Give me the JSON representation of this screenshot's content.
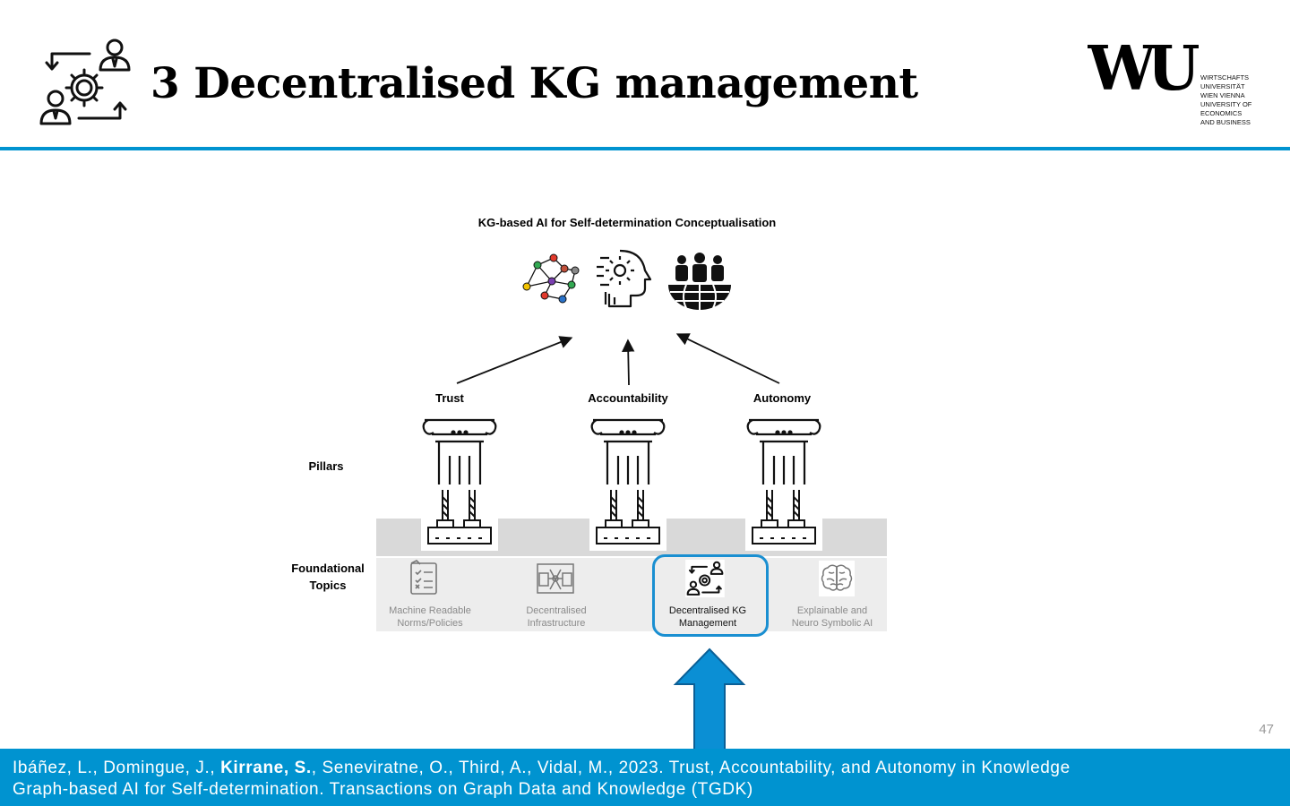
{
  "slide": {
    "title": "3 Decentralised KG management",
    "page_number": "47"
  },
  "logo": {
    "mark": "WU",
    "lines": [
      "WIRTSCHAFTS",
      "UNIVERSITÄT",
      "WIEN VIENNA",
      "UNIVERSITY OF",
      "ECONOMICS",
      "AND BUSINESS"
    ]
  },
  "header_icon": "decentralised-management-icon",
  "diagram": {
    "title": "KG-based AI for Self-determination Conceptualisation",
    "top_icons": [
      "knowledge-graph-icon",
      "ai-head-icon",
      "global-community-icon"
    ],
    "pillars": [
      "Trust",
      "Accountability",
      "Autonomy"
    ],
    "row_label_pillars": "Pillars",
    "row_label_foundational": [
      "Foundational",
      "Topics"
    ],
    "topics": [
      {
        "line1": "Machine Readable",
        "line2": "Norms/Policies",
        "icon": "checklist-icon"
      },
      {
        "line1": "Decentralised",
        "line2": "Infrastructure",
        "icon": "network-servers-icon"
      },
      {
        "line1": "Decentralised KG",
        "line2": "Management",
        "icon": "decentralised-management-icon",
        "highlighted": true
      },
      {
        "line1": "Explainable and",
        "line2": "Neuro Symbolic AI",
        "icon": "brain-icon"
      }
    ],
    "highlight_color": "#1a8fd1"
  },
  "citation": {
    "before": "Ibáñez, L., Domingue, J., ",
    "bold": "Kirrane, S.",
    "after": ", Seneviratne, O., Third, A., Vidal, M., 2023. Trust, Accountability, and Autonomy in Knowledge",
    "line2": "Graph-based AI for Self-determination. Transactions on Graph Data and Knowledge (TGDK)"
  },
  "colors": {
    "accent": "#0093d0",
    "band_dark": "#d9d9d9",
    "band_light": "#ededed"
  }
}
